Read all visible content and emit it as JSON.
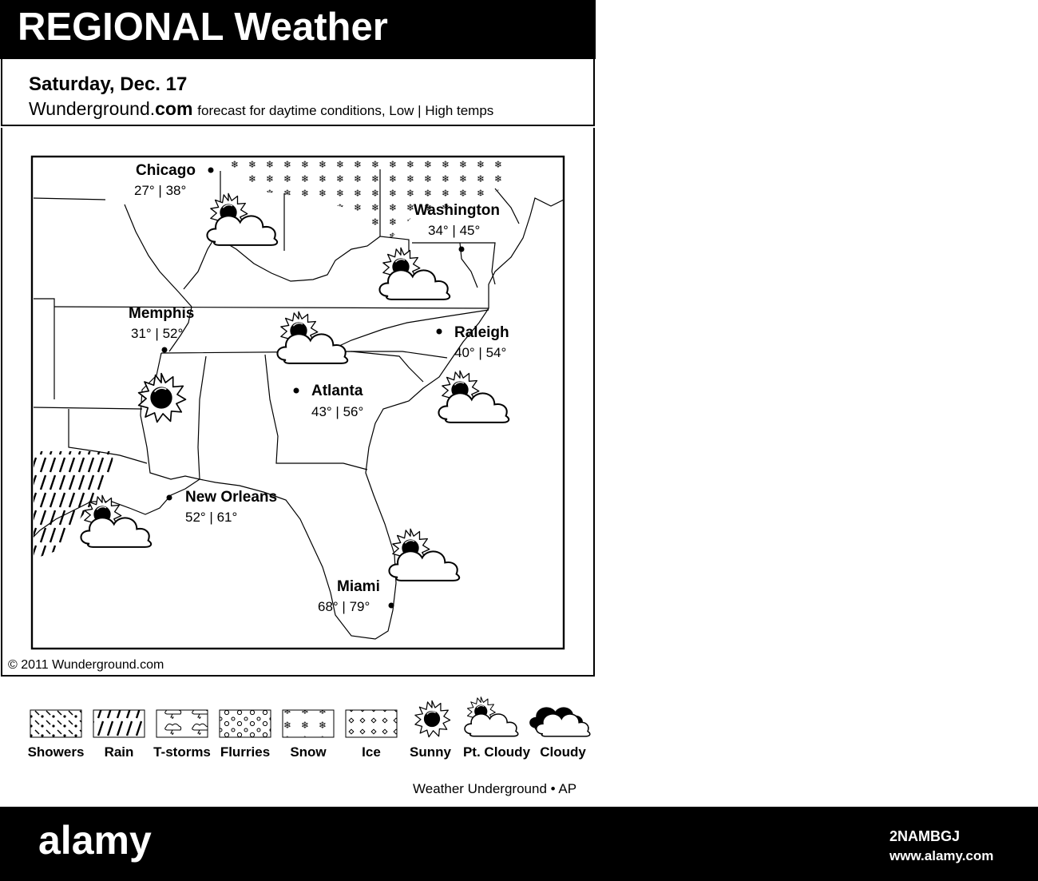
{
  "header": {
    "title": "REGIONAL Weather"
  },
  "subheader": {
    "date": "Saturday, Dec. 17",
    "brand_name": "Wunderground.",
    "brand_tld": "com",
    "description": "forecast for daytime conditions, Low | High temps"
  },
  "map": {
    "copyright": "© 2011 Wunderground.com",
    "cities": [
      {
        "name": "Chicago",
        "temps": "27° | 38°",
        "condition": "pt-cloudy"
      },
      {
        "name": "Washington",
        "temps": "34° | 45°",
        "condition": "pt-cloudy"
      },
      {
        "name": "Memphis",
        "temps": "31° | 52°",
        "condition": "sunny"
      },
      {
        "name": "Raleigh",
        "temps": "40° | 54°",
        "condition": "pt-cloudy"
      },
      {
        "name": "Atlanta",
        "temps": "43° | 56°",
        "condition": "pt-cloudy"
      },
      {
        "name": "New Orleans",
        "temps": "52° | 61°",
        "condition": "pt-cloudy"
      },
      {
        "name": "Miami",
        "temps": "68° | 79°",
        "condition": "pt-cloudy"
      }
    ]
  },
  "legend": [
    {
      "label": "Showers",
      "icon": "showers-swatch"
    },
    {
      "label": "Rain",
      "icon": "rain-swatch"
    },
    {
      "label": "T-storms",
      "icon": "tstorms-swatch"
    },
    {
      "label": "Flurries",
      "icon": "flurries-swatch"
    },
    {
      "label": "Snow",
      "icon": "snow-swatch"
    },
    {
      "label": "Ice",
      "icon": "ice-swatch"
    },
    {
      "label": "Sunny",
      "icon": "sun-icon"
    },
    {
      "label": "Pt. Cloudy",
      "icon": "partly-cloudy-icon"
    },
    {
      "label": "Cloudy",
      "icon": "cloudy-icon"
    }
  ],
  "credit": "Weather Underground • AP",
  "watermark": {
    "logo": "alamy",
    "image_id": "2NAMBGJ",
    "url": "www.alamy.com"
  }
}
